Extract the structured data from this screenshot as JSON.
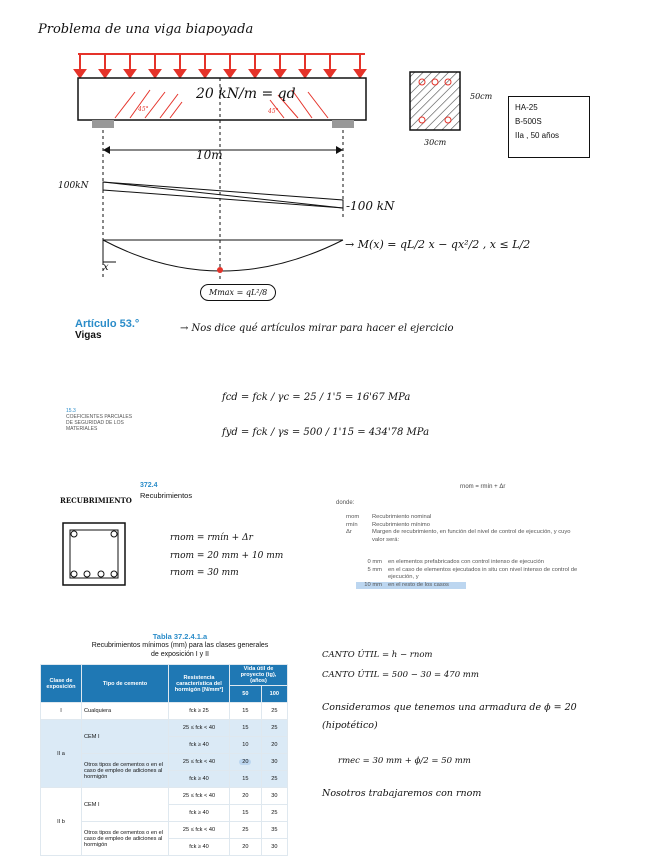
{
  "title": "Problema de una viga biapoyada",
  "beam": {
    "load_label": "20 kN/m = qd",
    "angle_left": "45°",
    "angle_right": "45°",
    "span_label": "10m",
    "section_height": "50cm",
    "section_width": "30cm",
    "materials": [
      "HA-25",
      "B-500S",
      "IIa , 50 años"
    ]
  },
  "shear": {
    "left_value": "100kN",
    "right_value": "-100 kN"
  },
  "moment": {
    "equation": "→ M(x) = qL/2 x − qx²/2 , x ≤ L/2",
    "x_label": "x",
    "max_label": "Mmax = qL²/8"
  },
  "articulo": {
    "heading": "Artículo 53.°",
    "sub": "Vigas",
    "note": "→ Nos dice qué artículos mirar para hacer el ejercicio"
  },
  "coef": {
    "label_lines": [
      "15.3",
      "COEFICIENTES PARCIALES",
      "DE SEGURIDAD DE LOS",
      "MATERIALES"
    ],
    "fcd": "fcd = fck / γc = 25 / 1'5 = 16'67 MPa",
    "fyd": "fyd = fck / γs = 500 / 1'15 = 434'78 MPa"
  },
  "recub": {
    "label": "RECUBRIMIENTO",
    "section_number": "372.4",
    "section_title": "Recubrimientos",
    "eq1": "rnom = rmín + Δr",
    "eq2": "rnom = 20 mm + 10 mm",
    "eq3": "rnom = 30 mm",
    "formula": "rnom = rmín + Δr",
    "donde": "donde:",
    "defs": [
      {
        "sym": "rnom",
        "text": "Recubrimiento nominal"
      },
      {
        "sym": "rmín",
        "text": "Recubrimiento mínimo"
      },
      {
        "sym": "Δr",
        "text": "Margen de recubrimiento, en función del nivel de control de ejecución, y cuyo valor será:"
      }
    ],
    "options": [
      {
        "val": "0 mm",
        "text": "en elementos prefabricados con control intenso de ejecución"
      },
      {
        "val": "5 mm",
        "text": "en el caso de elementos ejecutados in situ con nivel intenso de control de ejecución, y"
      },
      {
        "val": "10 mm",
        "text": "en el resto de los casos"
      }
    ]
  },
  "tabla": {
    "title": "Tabla 37.2.4.1.a",
    "subtitle1": "Recubrimientos mínimos (mm) para las clases generales",
    "subtitle2": "de exposición I y II",
    "headers": [
      "Clase de exposición",
      "Tipo de cemento",
      "Resistencia característica del hormigón [N/mm²]",
      "Vida útil de proyecto (tg), (años)"
    ],
    "sub_headers": [
      "50",
      "100"
    ],
    "rows": [
      [
        "I",
        "Cualquiera",
        "fck ≥ 25",
        "15",
        "25"
      ],
      [
        "",
        "CEM I",
        "25 ≤ fck < 40",
        "15",
        "25"
      ],
      [
        "II a",
        "",
        "fck ≥ 40",
        "10",
        "20"
      ],
      [
        "",
        "Otros tipos de cementos o en el caso de empleo de adiciones al hormigón",
        "25 ≤ fck < 40",
        "20",
        "30"
      ],
      [
        "",
        "",
        "fck ≥ 40",
        "15",
        "25"
      ],
      [
        "",
        "CEM I",
        "25 ≤ fck < 40",
        "20",
        "30"
      ],
      [
        "II b",
        "",
        "fck ≥ 40",
        "15",
        "25"
      ],
      [
        "",
        "Otros tipos de cementos o en el caso de empleo de adiciones al hormigón",
        "25 ≤ fck < 40",
        "25",
        "35"
      ],
      [
        "",
        "",
        "fck ≥ 40",
        "20",
        "30"
      ]
    ]
  },
  "notes": {
    "canto1": "CANTO ÚTIL = h − rnom",
    "canto2": "CANTO ÚTIL = 500 − 30 = 470 mm",
    "consid1": "Consideramos que tenemos una armadura de ϕ = 20",
    "consid2": "(hipotético)",
    "rmec": "rmec = 30 mm + ϕ/2 = 50 mm",
    "final": "Nosotros trabajaremos con rnom"
  }
}
